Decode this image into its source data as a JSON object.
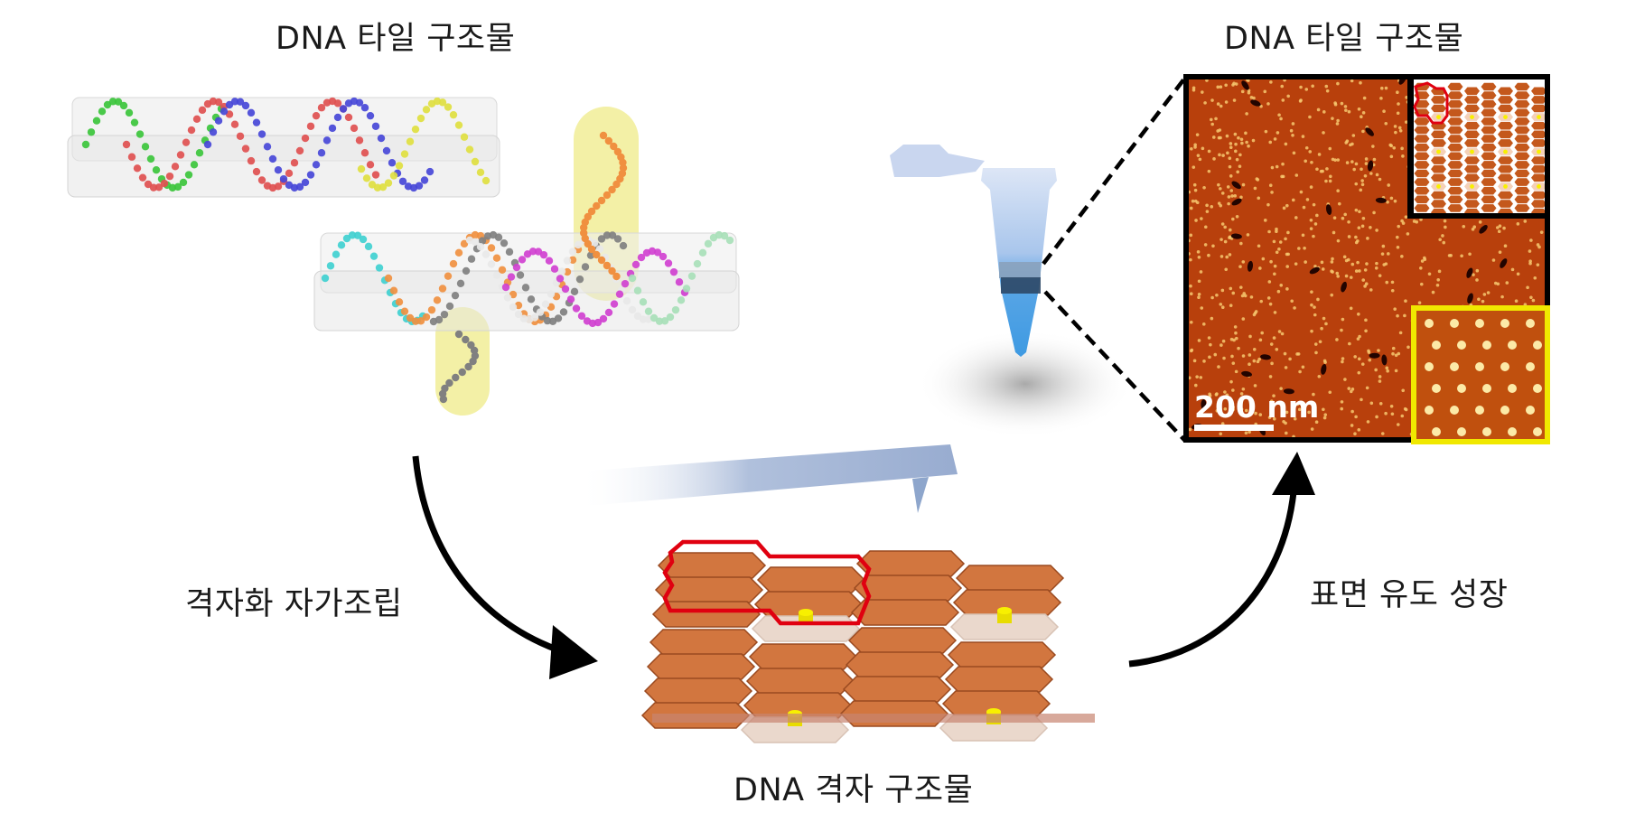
{
  "figure": {
    "title_left": "DNA 타일 구조물",
    "title_right": "DNA 타일 구조물",
    "step_assembly": "격자화 자가조립",
    "step_growth": "표면 유도 성장",
    "lattice_label": "DNA 격자 구조물",
    "scale_bar": "200 nm"
  },
  "colors": {
    "helix_strands": [
      "#3cc63c",
      "#e05050",
      "#4848d8",
      "#e0e040",
      "#40d0d0",
      "#f09040",
      "#808080",
      "#e8e8e8",
      "#d040d0",
      "#a8e0b8"
    ],
    "tile_orange": "#d2763f",
    "tile_light": "#ead8cc",
    "marker_yellow": "#f8f000",
    "highlight_red": "#e00010",
    "afm_background": "#b8400c",
    "inset_frame_yellow": "#f0e800",
    "cantilever_blue": "#9eb0d0",
    "tube_blue": "#4a9ee0"
  }
}
